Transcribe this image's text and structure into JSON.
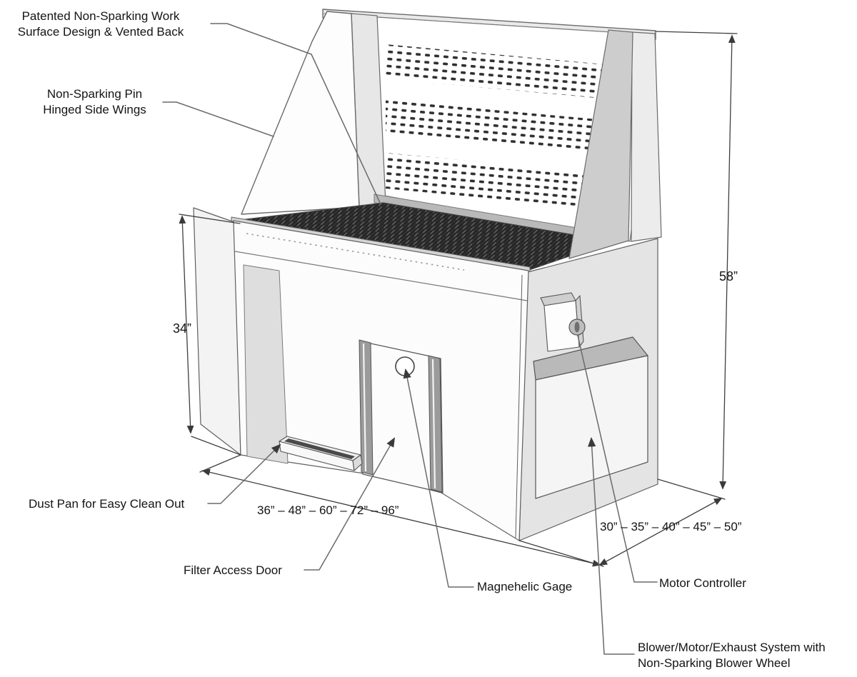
{
  "callouts": {
    "patented": {
      "line1": "Patented Non-Sparking Work",
      "line2": "Surface Design & Vented Back"
    },
    "side_wings": {
      "line1": "Non-Sparking Pin",
      "line2": "Hinged Side Wings"
    },
    "dust_pan": {
      "text": "Dust Pan for Easy Clean Out"
    },
    "filter_door": {
      "text": "Filter Access Door"
    },
    "magnehelic_gage": {
      "text": "Magnehelic Gage"
    },
    "motor_controller": {
      "text": "Motor Controller"
    },
    "blower": {
      "line1": "Blower/Motor/Exhaust System with",
      "line2": "Non-Sparking Blower Wheel"
    }
  },
  "dimensions": {
    "table_height": "34”",
    "overall_height": "58”",
    "width_options": "36” – 48” – 60” – 72” – 96”",
    "depth_options": "30” – 35” – 40” – 45” – 50”"
  },
  "colors": {
    "line": "#5f5f5f",
    "perforation": "#303030",
    "grate": "#262626",
    "panel_gray": "#cdcdcd"
  }
}
